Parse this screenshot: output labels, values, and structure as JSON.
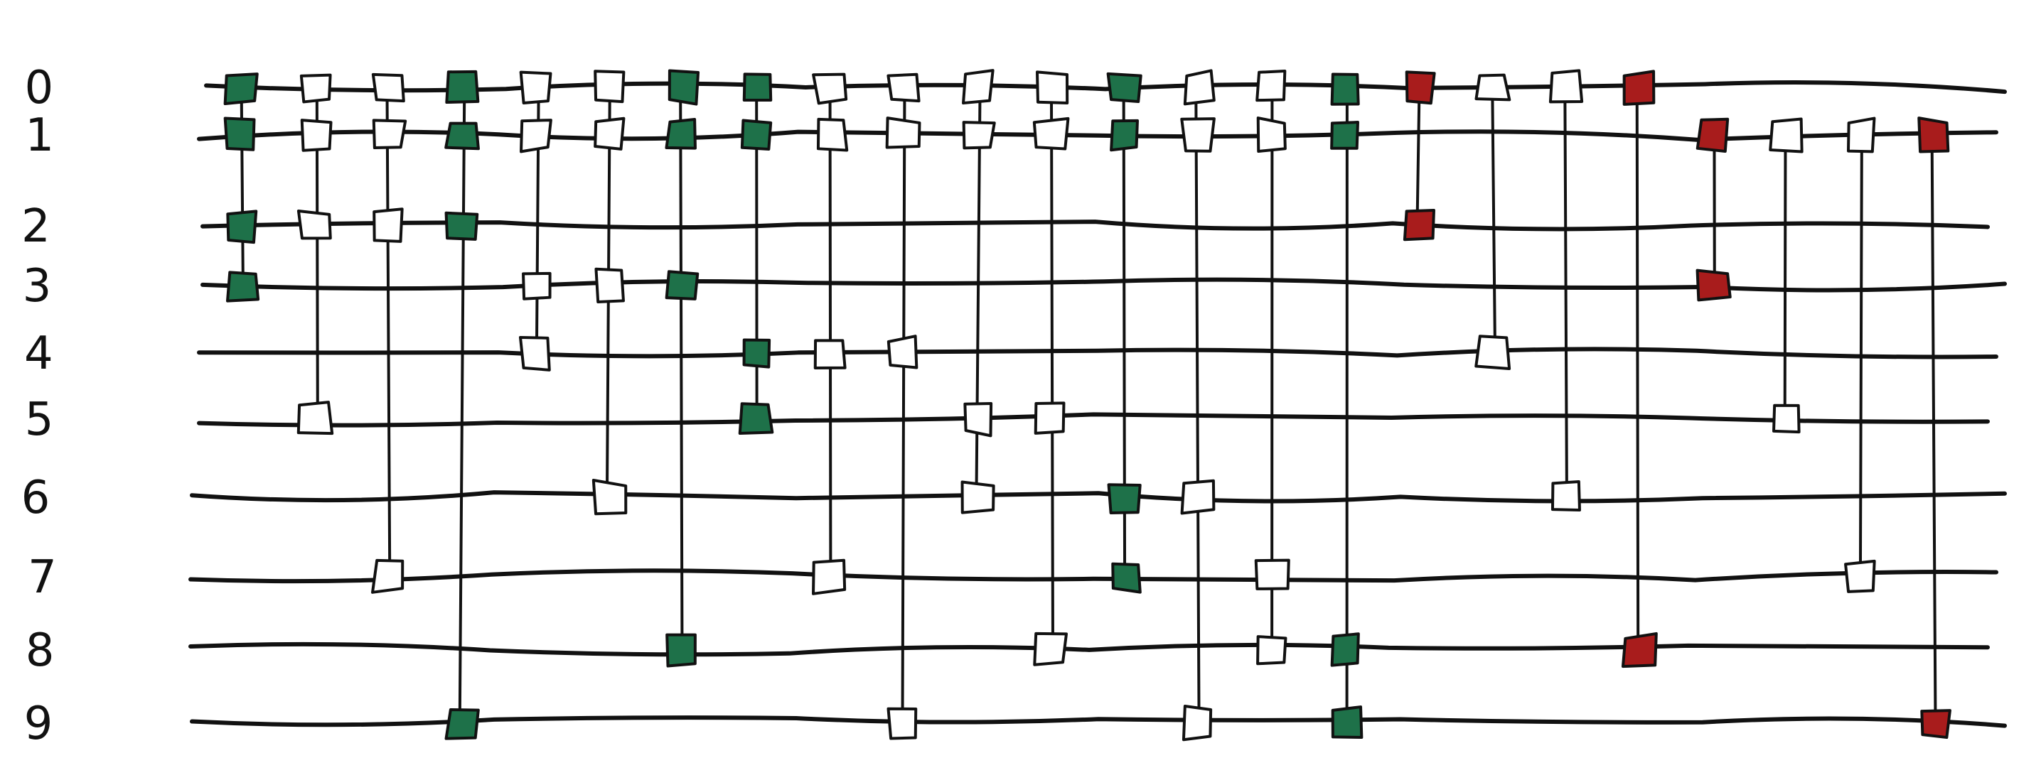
{
  "colors": {
    "stroke": "#111111",
    "background": "#ffffff",
    "white_gate": "#ffffff",
    "green_gate": "#1e7149",
    "red_gate": "#a81c1c"
  },
  "wires": [
    {
      "label": "0"
    },
    {
      "label": "1"
    },
    {
      "label": "2"
    },
    {
      "label": "3"
    },
    {
      "label": "4"
    },
    {
      "label": "5"
    },
    {
      "label": "6"
    },
    {
      "label": "7"
    },
    {
      "label": "8"
    },
    {
      "label": "9"
    }
  ],
  "gates": [
    {
      "column": 0,
      "qubits": [
        0,
        1,
        2,
        3
      ],
      "color": "green"
    },
    {
      "column": 1,
      "qubits": [
        0,
        1,
        2,
        5
      ],
      "color": "white"
    },
    {
      "column": 2,
      "qubits": [
        0,
        1,
        2,
        7
      ],
      "color": "white"
    },
    {
      "column": 3,
      "qubits": [
        0,
        1,
        2,
        9
      ],
      "color": "green"
    },
    {
      "column": 4,
      "qubits": [
        0,
        1,
        3,
        4
      ],
      "color": "white"
    },
    {
      "column": 5,
      "qubits": [
        0,
        1,
        3,
        6
      ],
      "color": "white"
    },
    {
      "column": 6,
      "qubits": [
        0,
        1,
        3,
        8
      ],
      "color": "green"
    },
    {
      "column": 7,
      "qubits": [
        0,
        1,
        4,
        5
      ],
      "color": "green"
    },
    {
      "column": 8,
      "qubits": [
        0,
        1,
        4,
        7
      ],
      "color": "white"
    },
    {
      "column": 9,
      "qubits": [
        0,
        1,
        4,
        9
      ],
      "color": "white"
    },
    {
      "column": 10,
      "qubits": [
        0,
        1,
        5,
        6
      ],
      "color": "white"
    },
    {
      "column": 11,
      "qubits": [
        0,
        1,
        5,
        8
      ],
      "color": "white"
    },
    {
      "column": 12,
      "qubits": [
        0,
        1,
        6,
        7
      ],
      "color": "green"
    },
    {
      "column": 13,
      "qubits": [
        0,
        1,
        6,
        9
      ],
      "color": "white"
    },
    {
      "column": 14,
      "qubits": [
        0,
        1,
        7,
        8
      ],
      "color": "white"
    },
    {
      "column": 15,
      "qubits": [
        0,
        1,
        8,
        9
      ],
      "color": "green"
    },
    {
      "column": 16,
      "qubits": [
        0,
        2
      ],
      "color": "red"
    },
    {
      "column": 17,
      "qubits": [
        0,
        4
      ],
      "color": "white"
    },
    {
      "column": 18,
      "qubits": [
        0,
        6
      ],
      "color": "white"
    },
    {
      "column": 19,
      "qubits": [
        0,
        8
      ],
      "color": "red"
    },
    {
      "column": 20,
      "qubits": [
        1,
        3
      ],
      "color": "red"
    },
    {
      "column": 21,
      "qubits": [
        1,
        5
      ],
      "color": "white"
    },
    {
      "column": 22,
      "qubits": [
        1,
        7
      ],
      "color": "white"
    },
    {
      "column": 23,
      "qubits": [
        1,
        9
      ],
      "color": "red"
    }
  ]
}
